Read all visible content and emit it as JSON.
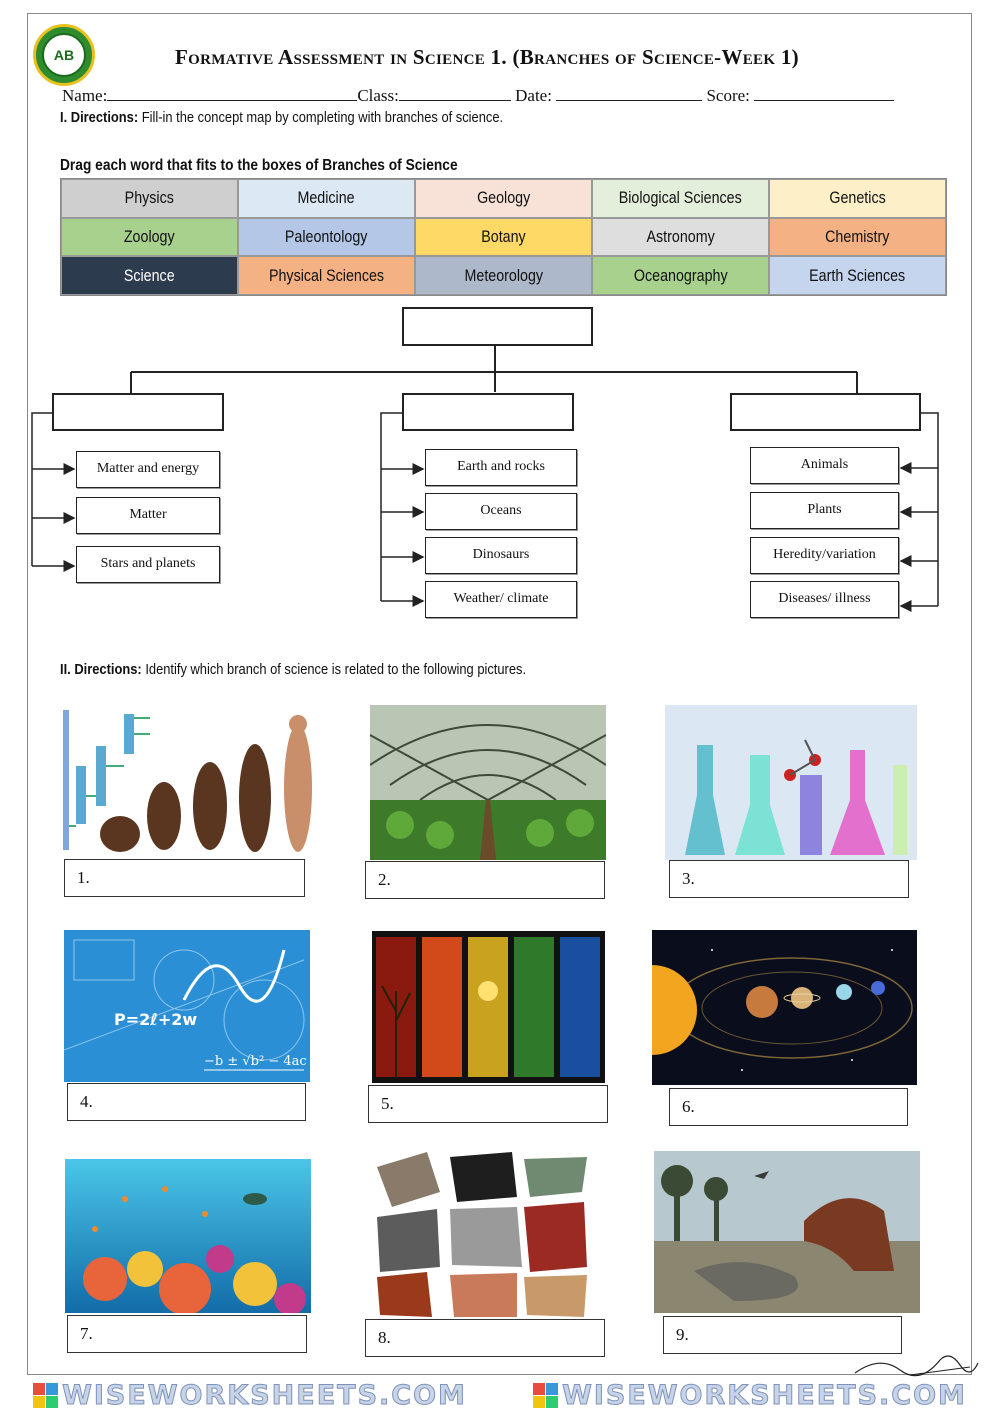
{
  "header": {
    "logo_text": "AB",
    "title": "Formative Assessment in Science 1. (Branches of Science-Week 1)",
    "name_label": "Name:",
    "class_label": "Class:",
    "date_label": "Date:",
    "score_label": "Score:"
  },
  "part1": {
    "num": "I. Directions:",
    "text": "Fill-in the concept map by completing with branches of science.",
    "bank_caption": "Drag each word that fits to the boxes of Branches of Science",
    "word_bank": [
      {
        "label": "Physics",
        "color": "#cfcfcf"
      },
      {
        "label": "Medicine",
        "color": "#dde8f5"
      },
      {
        "label": "Geology",
        "color": "#f8e2d8"
      },
      {
        "label": "Biological Sciences",
        "color": "#e3eedb"
      },
      {
        "label": "Genetics",
        "color": "#fdf0c8"
      },
      {
        "label": "Zoology",
        "color": "#a9d18e"
      },
      {
        "label": "Paleontology",
        "color": "#b4c7e7"
      },
      {
        "label": "Botany",
        "color": "#ffd966"
      },
      {
        "label": "Astronomy",
        "color": "#dedede"
      },
      {
        "label": "Chemistry",
        "color": "#f4b183"
      },
      {
        "label": "Science",
        "color": "#2d3b4f"
      },
      {
        "label": "Physical Sciences",
        "color": "#f4b183"
      },
      {
        "label": "Meteorology",
        "color": "#adb9ca"
      },
      {
        "label": "Oceanography",
        "color": "#a9d18e"
      },
      {
        "label": "Earth Sciences",
        "color": "#c5d5ee"
      }
    ],
    "map": {
      "left_leaves": [
        "Matter and energy",
        "Matter",
        "Stars and planets"
      ],
      "middle_leaves": [
        "Earth and rocks",
        "Oceans",
        "Dinosaurs",
        "Weather/ climate"
      ],
      "right_leaves": [
        "Animals",
        "Plants",
        "Heredity/variation",
        "Diseases/ illness"
      ]
    }
  },
  "part2": {
    "num": "II. Directions:",
    "text": "Identify which branch of science is related to the following pictures.",
    "answers": [
      "1.",
      "2.",
      "3.",
      "4.",
      "5.",
      "6.",
      "7.",
      "8.",
      "9."
    ]
  },
  "footer": {
    "brand": "WISEWORKSHEETS.COM"
  }
}
